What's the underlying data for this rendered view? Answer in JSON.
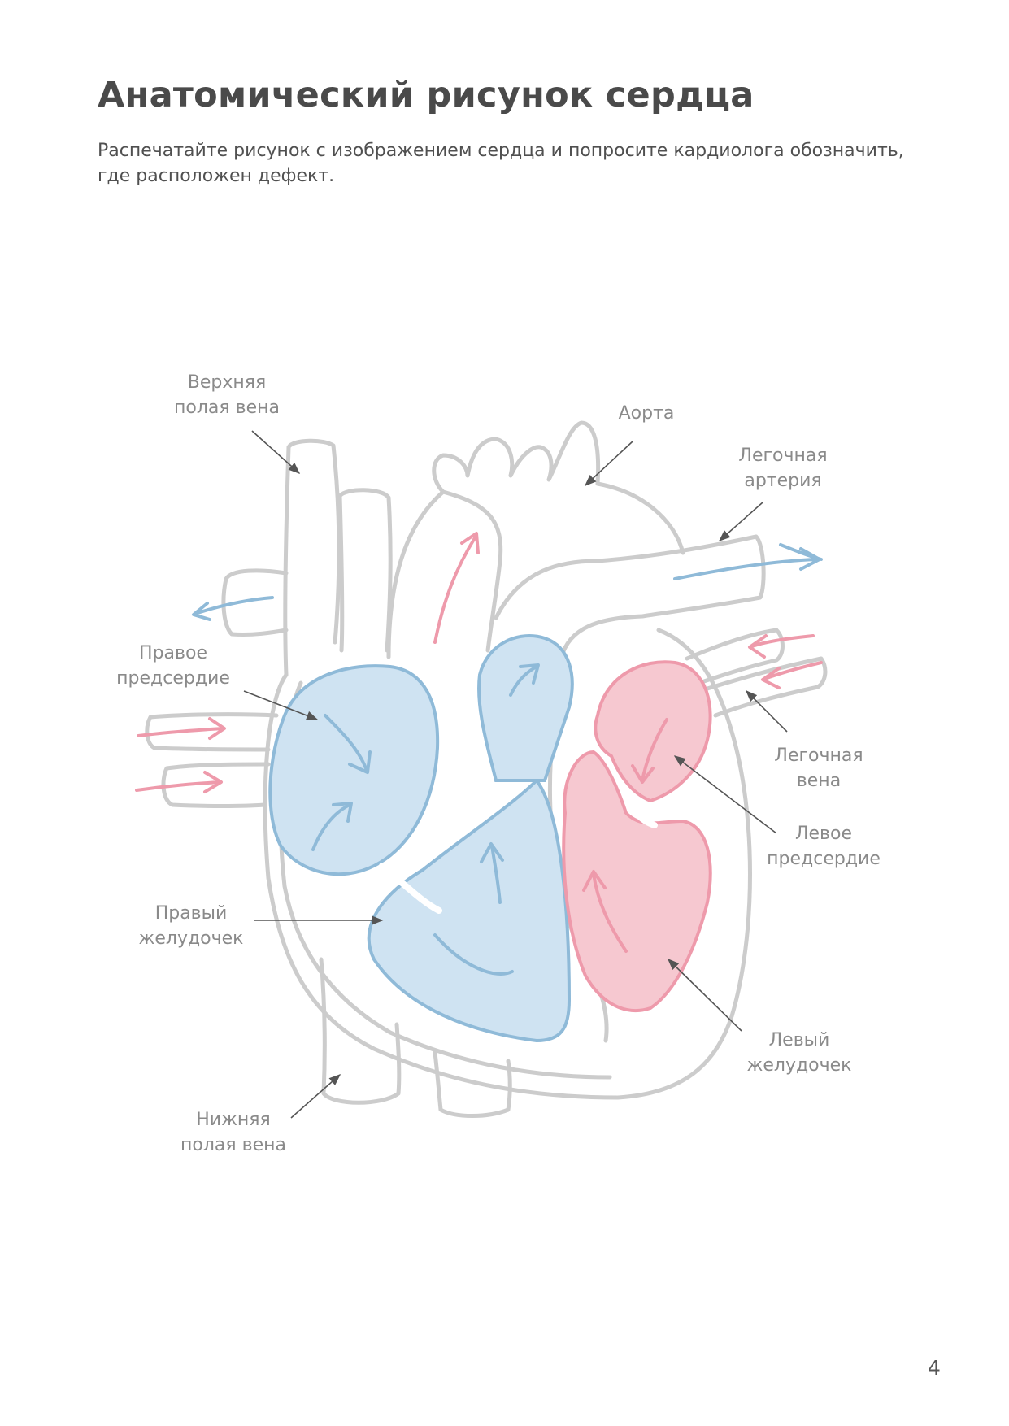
{
  "document": {
    "title": "Анатомический рисунок сердца",
    "intro_lines": [
      "Распечатайте  рисунок с изображением сердца и попросите кардиолога обозначить,",
      "где расположен дефект."
    ],
    "page_number": "4"
  },
  "diagram": {
    "labels": {
      "superior_vena_cava": [
        "Верхняя",
        "полая вена"
      ],
      "aorta": [
        "Аорта"
      ],
      "pulmonary_artery": [
        "Легочная",
        "артерия"
      ],
      "right_atrium": [
        "Правое",
        "предсердие"
      ],
      "pulmonary_vein": [
        "Легочная",
        "вена"
      ],
      "left_atrium": [
        "Левое",
        "предсердие"
      ],
      "right_ventricle": [
        "Правый",
        "желудочек"
      ],
      "left_ventricle": [
        "Левый",
        "желудочек"
      ],
      "inferior_vena_cava": [
        "Нижняя",
        "полая вена"
      ]
    },
    "colors": {
      "outline": "#cccccc",
      "deoxygenated_fill": "#cfe3f2",
      "deoxygenated_stroke": "#8fbad8",
      "oxygenated_fill": "#f6c8d0",
      "oxygenated_stroke": "#ee9aab",
      "pointer": "#555555",
      "label_text": "#8a8a8a"
    }
  }
}
